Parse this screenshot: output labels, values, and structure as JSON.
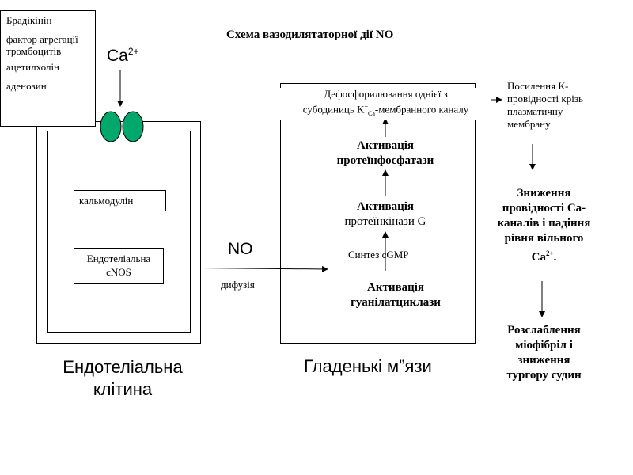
{
  "title": "Схема вазодилятаторної дії NO",
  "stimuli": [
    "Брадікінін",
    "фактор агрегації тромбоцитів",
    "ацетилхолін",
    "аденозин"
  ],
  "ca_label": "Ca",
  "ca_charge": "2+",
  "endothelial": {
    "calmodulin": "кальмодулін",
    "enos_line1": "Ендотеліальна",
    "enos_line2": "cNOS",
    "caption_line1": "Ендотеліальна",
    "caption_line2": "клітина"
  },
  "no_label": "NO",
  "diffusion_label": "дифузія",
  "smooth_muscle": {
    "dephos_line1": "Дефосфорилювання однієї з",
    "dephos_line2_pre": "субодиниць K",
    "dephos_sup": "+",
    "dephos_sub": "Ca",
    "dephos_line2_post": "-мембранного каналу",
    "phosphatase_line1": "Активація",
    "phosphatase_line2": "протеїнфосфатази",
    "kinase_line1": "Активація",
    "kinase_line2": "протеїнкінази G",
    "cgmp": "Синтез cGMP",
    "cyclase_line1": "Активація",
    "cyclase_line2": "гуанілатциклази",
    "caption": "Гладенькі м”язи"
  },
  "effects": {
    "k_line1": "Посилення К-",
    "k_line2": "провідності крізь",
    "k_line3": "плазматичну",
    "k_line4": "мембрану",
    "ca_line1": "Зниження",
    "ca_line2": "провідності Ca-",
    "ca_line3": "каналів і падіння",
    "ca_line4": "рівня вільного",
    "ca_line5": "Ca",
    "ca_line5_sup": "2+",
    "ca_line5_end": ".",
    "relax_line1": "Розслаблення",
    "relax_line2": "міофібріл і",
    "relax_line3": "зниження",
    "relax_line4": "тургору судин"
  },
  "colors": {
    "channel": "#00a86b",
    "line": "#000000"
  }
}
